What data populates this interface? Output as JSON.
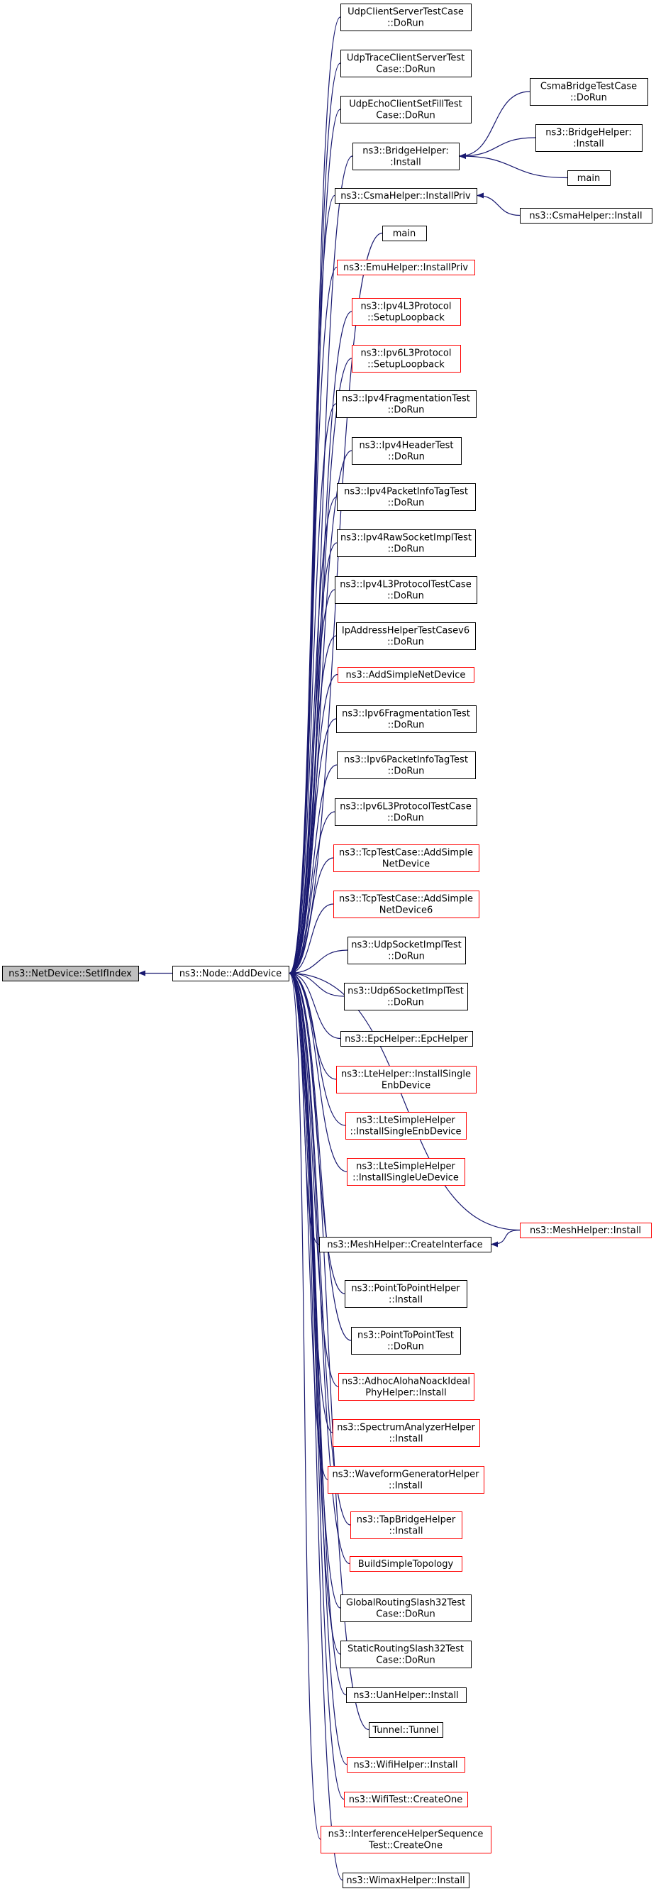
{
  "colors": {
    "edge": "#191970",
    "border_normal": "#000000",
    "border_truncated": "#ff0000",
    "root_fill": "#bfbfbf",
    "node_fill": "#ffffff"
  },
  "nodes": {
    "setifindex": {
      "lines": [
        "ns3::NetDevice::SetIfIndex"
      ],
      "kind": "root"
    },
    "adddevice": {
      "lines": [
        "ns3::Node::AddDevice"
      ],
      "kind": "normal"
    },
    "udpclientserver": {
      "lines": [
        "UdpClientServerTestCase",
        "::DoRun"
      ],
      "kind": "normal"
    },
    "udptraceclientserver": {
      "lines": [
        "UdpTraceClientServerTest",
        "Case::DoRun"
      ],
      "kind": "normal"
    },
    "udpechoclient": {
      "lines": [
        "UdpEchoClientSetFillTest",
        "Case::DoRun"
      ],
      "kind": "normal"
    },
    "bridgehelper_install": {
      "lines": [
        "ns3::BridgeHelper:",
        ":Install"
      ],
      "kind": "normal"
    },
    "csmabridge_dorun": {
      "lines": [
        "CsmaBridgeTestCase",
        "::DoRun"
      ],
      "kind": "normal"
    },
    "bridgehelper_install2": {
      "lines": [
        "ns3::BridgeHelper:",
        ":Install"
      ],
      "kind": "normal"
    },
    "main_right": {
      "lines": [
        "main"
      ],
      "kind": "normal"
    },
    "csmahelper_installpriv": {
      "lines": [
        "ns3::CsmaHelper::InstallPriv"
      ],
      "kind": "normal"
    },
    "csmahelper_install": {
      "lines": [
        "ns3::CsmaHelper::Install"
      ],
      "kind": "normal"
    },
    "main_mid": {
      "lines": [
        "main"
      ],
      "kind": "normal"
    },
    "emuhelper": {
      "lines": [
        "ns3::EmuHelper::InstallPriv"
      ],
      "kind": "truncated"
    },
    "ipv4l3_setuploopback": {
      "lines": [
        "ns3::Ipv4L3Protocol",
        "::SetupLoopback"
      ],
      "kind": "truncated"
    },
    "ipv6l3_setuploopback": {
      "lines": [
        "ns3::Ipv6L3Protocol",
        "::SetupLoopback"
      ],
      "kind": "truncated"
    },
    "ipv4frag": {
      "lines": [
        "ns3::Ipv4FragmentationTest",
        "::DoRun"
      ],
      "kind": "normal"
    },
    "ipv4header": {
      "lines": [
        "ns3::Ipv4HeaderTest",
        "::DoRun"
      ],
      "kind": "normal"
    },
    "ipv4packetinfo": {
      "lines": [
        "ns3::Ipv4PacketInfoTagTest",
        "::DoRun"
      ],
      "kind": "normal"
    },
    "ipv4rawsocket": {
      "lines": [
        "ns3::Ipv4RawSocketImplTest",
        "::DoRun"
      ],
      "kind": "normal"
    },
    "ipv4l3testcase": {
      "lines": [
        "ns3::Ipv4L3ProtocolTestCase",
        "::DoRun"
      ],
      "kind": "normal"
    },
    "ipaddresshelper": {
      "lines": [
        "IpAddressHelperTestCasev6",
        "::DoRun"
      ],
      "kind": "normal"
    },
    "addsimplenetdevice": {
      "lines": [
        "ns3::AddSimpleNetDevice"
      ],
      "kind": "truncated"
    },
    "ipv6frag": {
      "lines": [
        "ns3::Ipv6FragmentationTest",
        "::DoRun"
      ],
      "kind": "normal"
    },
    "ipv6packetinfo": {
      "lines": [
        "ns3::Ipv6PacketInfoTagTest",
        "::DoRun"
      ],
      "kind": "normal"
    },
    "ipv6l3testcase": {
      "lines": [
        "ns3::Ipv6L3ProtocolTestCase",
        "::DoRun"
      ],
      "kind": "normal"
    },
    "tcptest_addsimple": {
      "lines": [
        "ns3::TcpTestCase::AddSimple",
        "NetDevice"
      ],
      "kind": "truncated"
    },
    "tcptest_addsimple6": {
      "lines": [
        "ns3::TcpTestCase::AddSimple",
        "NetDevice6"
      ],
      "kind": "truncated"
    },
    "udpsocketimpl": {
      "lines": [
        "ns3::UdpSocketImplTest",
        "::DoRun"
      ],
      "kind": "normal"
    },
    "udp6socketimpl": {
      "lines": [
        "ns3::Udp6SocketImplTest",
        "::DoRun"
      ],
      "kind": "normal"
    },
    "epchelper": {
      "lines": [
        "ns3::EpcHelper::EpcHelper"
      ],
      "kind": "normal"
    },
    "ltehelper": {
      "lines": [
        "ns3::LteHelper::InstallSingle",
        "EnbDevice"
      ],
      "kind": "truncated"
    },
    "ltesimple_enb": {
      "lines": [
        "ns3::LteSimpleHelper",
        "::InstallSingleEnbDevice"
      ],
      "kind": "truncated"
    },
    "ltesimple_ue": {
      "lines": [
        "ns3::LteSimpleHelper",
        "::InstallSingleUeDevice"
      ],
      "kind": "truncated"
    },
    "meshhelper_install": {
      "lines": [
        "ns3::MeshHelper::Install"
      ],
      "kind": "truncated"
    },
    "meshhelper_createinterface": {
      "lines": [
        "ns3::MeshHelper::CreateInterface"
      ],
      "kind": "normal"
    },
    "p2phelper": {
      "lines": [
        "ns3::PointToPointHelper",
        "::Install"
      ],
      "kind": "normal"
    },
    "p2ptest": {
      "lines": [
        "ns3::PointToPointTest",
        "::DoRun"
      ],
      "kind": "normal"
    },
    "adhocaloha": {
      "lines": [
        "ns3::AdhocAlohaNoackIdeal",
        "PhyHelper::Install"
      ],
      "kind": "truncated"
    },
    "spectrumanalyzer": {
      "lines": [
        "ns3::SpectrumAnalyzerHelper",
        "::Install"
      ],
      "kind": "truncated"
    },
    "waveformgenerator": {
      "lines": [
        "ns3::WaveformGeneratorHelper",
        "::Install"
      ],
      "kind": "truncated"
    },
    "tapbridge": {
      "lines": [
        "ns3::TapBridgeHelper",
        "::Install"
      ],
      "kind": "truncated"
    },
    "buildsimpletopology": {
      "lines": [
        "BuildSimpleTopology"
      ],
      "kind": "truncated"
    },
    "globalrouting": {
      "lines": [
        "GlobalRoutingSlash32Test",
        "Case::DoRun"
      ],
      "kind": "normal"
    },
    "staticrouting": {
      "lines": [
        "StaticRoutingSlash32Test",
        "Case::DoRun"
      ],
      "kind": "normal"
    },
    "uanhelper": {
      "lines": [
        "ns3::UanHelper::Install"
      ],
      "kind": "normal"
    },
    "tunnel": {
      "lines": [
        "Tunnel::Tunnel"
      ],
      "kind": "normal"
    },
    "wifihelper": {
      "lines": [
        "ns3::WifiHelper::Install"
      ],
      "kind": "truncated"
    },
    "wifitest": {
      "lines": [
        "ns3::WifiTest::CreateOne"
      ],
      "kind": "truncated"
    },
    "interferencehelper": {
      "lines": [
        "ns3::InterferenceHelperSequence",
        "Test::CreateOne"
      ],
      "kind": "truncated"
    },
    "wimaxhelper": {
      "lines": [
        "ns3::WimaxHelper::Install"
      ],
      "kind": "normal"
    }
  },
  "edges": [
    [
      "adddevice",
      "setifindex"
    ],
    [
      "udpclientserver",
      "adddevice"
    ],
    [
      "udptraceclientserver",
      "adddevice"
    ],
    [
      "udpechoclient",
      "adddevice"
    ],
    [
      "bridgehelper_install",
      "adddevice"
    ],
    [
      "csmabridge_dorun",
      "bridgehelper_install"
    ],
    [
      "bridgehelper_install2",
      "bridgehelper_install"
    ],
    [
      "main_right",
      "bridgehelper_install"
    ],
    [
      "csmahelper_installpriv",
      "adddevice"
    ],
    [
      "csmahelper_install",
      "csmahelper_installpriv"
    ],
    [
      "main_mid",
      "adddevice"
    ],
    [
      "emuhelper",
      "adddevice"
    ],
    [
      "ipv4l3_setuploopback",
      "adddevice"
    ],
    [
      "ipv6l3_setuploopback",
      "adddevice"
    ],
    [
      "ipv4frag",
      "adddevice"
    ],
    [
      "ipv4header",
      "adddevice"
    ],
    [
      "ipv4packetinfo",
      "adddevice"
    ],
    [
      "ipv4rawsocket",
      "adddevice"
    ],
    [
      "ipv4l3testcase",
      "adddevice"
    ],
    [
      "ipaddresshelper",
      "adddevice"
    ],
    [
      "addsimplenetdevice",
      "adddevice"
    ],
    [
      "ipv6frag",
      "adddevice"
    ],
    [
      "ipv6packetinfo",
      "adddevice"
    ],
    [
      "ipv6l3testcase",
      "adddevice"
    ],
    [
      "tcptest_addsimple",
      "adddevice"
    ],
    [
      "tcptest_addsimple6",
      "adddevice"
    ],
    [
      "udpsocketimpl",
      "adddevice"
    ],
    [
      "udp6socketimpl",
      "adddevice"
    ],
    [
      "epchelper",
      "adddevice"
    ],
    [
      "ltehelper",
      "adddevice"
    ],
    [
      "ltesimple_enb",
      "adddevice"
    ],
    [
      "ltesimple_ue",
      "adddevice"
    ],
    [
      "meshhelper_install",
      "adddevice"
    ],
    [
      "meshhelper_createinterface",
      "adddevice"
    ],
    [
      "meshhelper_install",
      "meshhelper_createinterface"
    ],
    [
      "p2phelper",
      "adddevice"
    ],
    [
      "p2ptest",
      "adddevice"
    ],
    [
      "adhocaloha",
      "adddevice"
    ],
    [
      "spectrumanalyzer",
      "adddevice"
    ],
    [
      "waveformgenerator",
      "adddevice"
    ],
    [
      "tapbridge",
      "adddevice"
    ],
    [
      "buildsimpletopology",
      "adddevice"
    ],
    [
      "globalrouting",
      "adddevice"
    ],
    [
      "staticrouting",
      "adddevice"
    ],
    [
      "uanhelper",
      "adddevice"
    ],
    [
      "tunnel",
      "adddevice"
    ],
    [
      "wifihelper",
      "adddevice"
    ],
    [
      "wifitest",
      "adddevice"
    ],
    [
      "interferencehelper",
      "adddevice"
    ],
    [
      "wimaxhelper",
      "adddevice"
    ]
  ]
}
